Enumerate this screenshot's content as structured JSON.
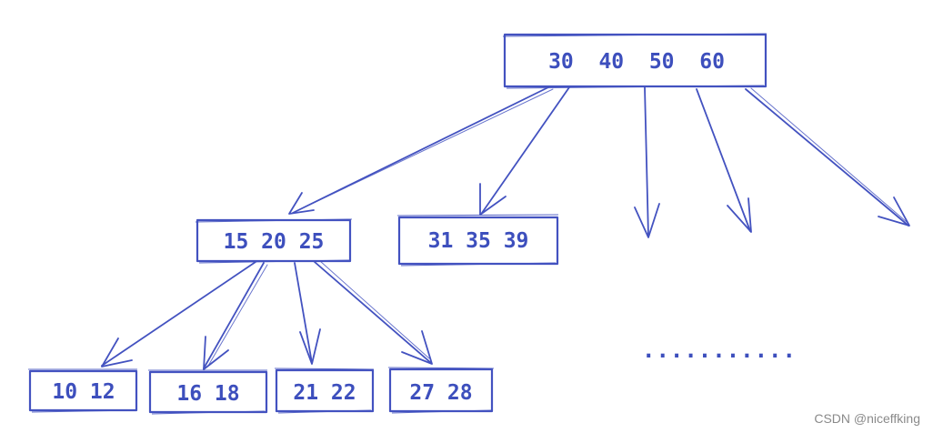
{
  "diagram": {
    "root": {
      "label": "30  40  50  60"
    },
    "level1": [
      {
        "label": "15 20 25"
      },
      {
        "label": "31 35 39"
      }
    ],
    "level2": [
      {
        "label": "10 12"
      },
      {
        "label": "16 18"
      },
      {
        "label": "21 22"
      },
      {
        "label": "27 28"
      }
    ],
    "ellipsis": "..........."
  },
  "watermark": "CSDN @niceffking",
  "colors": {
    "ink": "#4352c0",
    "watermark": "#8a8a8a",
    "background": "#ffffff"
  }
}
